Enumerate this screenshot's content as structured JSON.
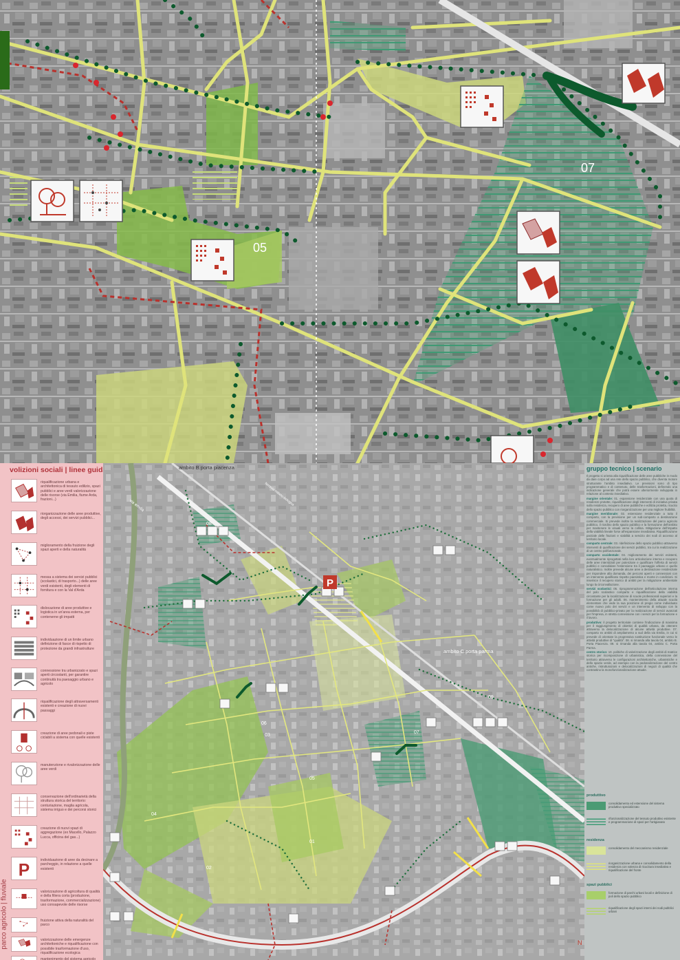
{
  "top_map": {
    "labels": [
      "05",
      "07"
    ]
  },
  "legend": {
    "title": "volizioni sociali | linee guida",
    "side_label": "parco agricolo | fluviale",
    "items": [
      {
        "icon": "facade-panels-icon",
        "text": "riqualificazione urbana e architettonica di tessuto edilizio, spazi pubblici e aree verdi valorizzazione delle risorse (via Emilia, fiume Arda, frazioni...)"
      },
      {
        "icon": "hatched-panels-icon",
        "text": "riorganizzazione delle aree produttive, degli accessi, dei servizi pubblici..."
      },
      {
        "icon": "network-nodes-icon",
        "text": "miglioramento della fruizione degli spazi aperti e della naturalità"
      },
      {
        "icon": "grid-nodes-icon",
        "text": "messa a sistema dei servizi pubblici (scolastici, di trasporto...) delle aree verdi esistenti, degli elementi di fornitura e con la Val d'Arda"
      },
      {
        "icon": "relocation-squares-icon",
        "text": "dislocazione di aree produttive e logistica in un'area esterna, per contenerne gli impatti"
      },
      {
        "icon": "boundary-buffer-icon",
        "text": "individuazione di un limite urbano definizione di fasce di rispetto di protezione da grandi infrastrutture"
      },
      {
        "icon": "urban-rural-link-icon",
        "text": "connessione tra urbanizzato e spazi aperti circostanti, per garantire continuità tra paesaggio urbano e agricolo"
      },
      {
        "icon": "underpass-arch-icon",
        "text": "riqualificazione degli attraversamenti esistenti e creazione di nuovi passaggi"
      },
      {
        "icon": "pedestrian-cycle-icon",
        "text": "creazione di aree pedonali e piste ciclabili a sistema con quelle esistenti"
      },
      {
        "icon": "tree-icon",
        "text": "manutenzione e rivalorizzazione delle aree verdi"
      },
      {
        "icon": "rural-grid-icon",
        "text": "conservazione dell'ordinarietà della struttura storica del territorio: centuriazione, maglia agricola, sistema irriguo e dei percorsi storici"
      },
      {
        "icon": "meeting-places-icon",
        "text": "creazione di nuovi spazi di aggregazione (ex Macello, Palazzo Lucca, officina del gas...)"
      },
      {
        "icon": "parking-icon",
        "text": "individuazione di aree da decinare a parcheggio, in relazione a quelle esistenti"
      },
      {
        "icon": "farm-chain-icon",
        "text": "valorizzazione di agricoltura di qualità e della filiera corta (produzione, trasformazione, commercializzazione) uso consapevole delle risorse"
      },
      {
        "icon": "natural-river-icon",
        "text": "fruizione attiva della naturalità del parco"
      },
      {
        "icon": "heritage-architecture-icon",
        "text": "valorizzazione delle emergenze architettoniche e riqualificazione con possibile trasformazione d'uso, riqualificazione ecologica"
      },
      {
        "icon": "agri-system-icon",
        "text": "mantenimento del sistema agricolo tradizionale e delle risorse storico-culturali (filari boscati, risorgive...) incentivazione delle colture storiche (ortaggi, gelsi, tabacco, frumento)"
      }
    ]
  },
  "main_map": {
    "labels": {
      "ambito_b": "ambito B.porta piacenza",
      "ambito_c": "ambito C.porta parma",
      "via_emilia": "via emilia",
      "ferrovia": "ferrovia milano-bologna",
      "parking": "P",
      "north": "N",
      "zones": [
        "01",
        "02",
        "03",
        "04",
        "05",
        "06",
        "07",
        "08",
        "09"
      ]
    }
  },
  "scenario": {
    "title": "gruppo tecnico | scenario",
    "intro": "Il progetto si orienta alla riqualificazione delle aree pubbliche in modo da dare corpo ad una rete dello spazio pubblico, che diventa motore strutturante l'ambito insediativo. Le previsioni sono di tipo programmatico e di contenuto, delle trasformazioni, definendo una indicazione generale che potrà essere ulteriormente sviluppata in relazione al contesto insediativo.",
    "sections": [
      {
        "title": "margine orientale:",
        "text": "01. espansione residenziale con una quota di residenze protette, riqualificazione degli interventi di iniziativa privata sulla residenza, recupero di aree pubbliche e edilizia protetta, ricucito dello spazio pubblico con riorganizzazione per una migliore fruibilità."
      },
      {
        "title": "margine meridionale:",
        "text": "02. estensione residenziale a tutto il comparto, con la previsione per un sub-comparto a destinazione commerciale. Si prevede inoltre la realizzazione del parco agricolo pubblico, il riordino dello spazio pubblico e la formazione dell'ambito per mantenere le visuali verso la collina. Mitigazione dell'impatto della viabilità lineale forse all'espansione insediativa. Riqualificazione parziale delle frazioni e viabilità a servizio dei nodi di accesso al territorio locale."
      },
      {
        "title": "comparto centrale:",
        "text": "03. ridefinizione dello spazio pubblico attraverso interventi di qualificazione dei servizi pubblici, tra cui la realizzazione di un centro polifunzionale."
      },
      {
        "title": "comparto occidentale:",
        "text": "04. miglioramento dei servizi esistenti, eventualmente riprogettati nella loro articolazione interna e recupero delle aree interstiziali per potenziare e qualificare l'offerta di servizi pubblici e consolidare l'estensione tra il paesaggio urbano e quello naturalistico. Inoltre prevede alcune aree a destinazione residenziale per rispondere alla domanda, dei percorsi aperti e connessioni con un intervento qualificato rispetto paesistica e monte in condizioni. Si inserisce il recupero storico di ambiti per la mitigazione ambientale lungo la circonvallazione."
      },
      {
        "title": "servizi scolastici:",
        "text": "05. riprogrammazione dell'articolazione interna del polo scolastico comparto e riqualificazione della viabilità circostante per la localizzazione di scuole professionali superiori e la formazione per gli adulti. 06. mantenimento della attuale scuola elementare che vede la sua posizione di pregio come individuato come nuovo polo dei servizi e un intervento di sviluppo con la possibilità di pubblico-privato per la realizzazione di servizi avanzati per l'impresa, in stretta connessione con i servizi per la formazione e il lavoro."
      },
      {
        "title": "produttivo:",
        "text": "il progetto territoriale contiene l'indicazione di massima per il raggiungimento di obiettivi di qualità urbana, da ottenere attraverso la delocalizzazione di alcune attività produttive. 07. comparto ex ambiti di ampliamento a sud della via Emilia, in cui si prevede di orientare la progressiva sostituzione funzionale verso le attività produttive di \"qualità\". 08. si rimanda alla tavola 04, ambito B. Porta Piacenza. 09. si rimanda alla tavola 04, ambito C. Porta Parma."
      },
      {
        "title": "centro storico:",
        "text": "10. politiche di valorizzazione degli ambiti di matrice storica per ricomposizione di urbanistica, della connessione del territorio attraverso le configurazioni architettoniche, urbanistiche e dello spazio verde, ad esempio con la pedonalizzazione del centro antiche, ristrutturazioni e delocalizzazioni di negozi di qualità che contrastino la monofunzionalizzazione attuale."
      }
    ],
    "legend_blocks": [
      {
        "category": "produttivo",
        "items": [
          {
            "swatch": "#4b9b74",
            "text": "consolidamento ed estensione del sistema produttivo specializzato"
          },
          {
            "swatch": "hatch-green",
            "text": "rifunzionalizzazione del tessuto produttivo esistente e programmazione di spazi per l'artigianato"
          }
        ]
      },
      {
        "category": "residenza",
        "items": [
          {
            "swatch": "#d9e49a",
            "text": "consolidamento del meccanismo residenziale"
          },
          {
            "swatch": "hatch-yellow",
            "text": "riorganizzazione urbana e consolidamento della residenza con valenza di ricucitura insediativa e riqualificazione del fronte"
          }
        ]
      },
      {
        "category": "spazi pubblici",
        "items": [
          {
            "swatch": "#a8cf6a",
            "text": "formazione di parchi urbani locali e definizione di poli dello spazio pubblico"
          },
          {
            "swatch": "hatch-lime",
            "text": "riqualificazione degli spazi interni dei nodi pubblici urbani"
          }
        ]
      }
    ]
  },
  "colors": {
    "legend_bg": "#f2c3c6",
    "legend_accent": "#b0333b",
    "scenario_bg": "#bfc4c3",
    "scenario_accent": "#1f6f64",
    "road_yellow": "#dfe37a",
    "park_green": "#7fbb45",
    "dark_green": "#0d5a2d",
    "hatch_green": "#3e9a74",
    "rail_red": "#b9312c"
  }
}
